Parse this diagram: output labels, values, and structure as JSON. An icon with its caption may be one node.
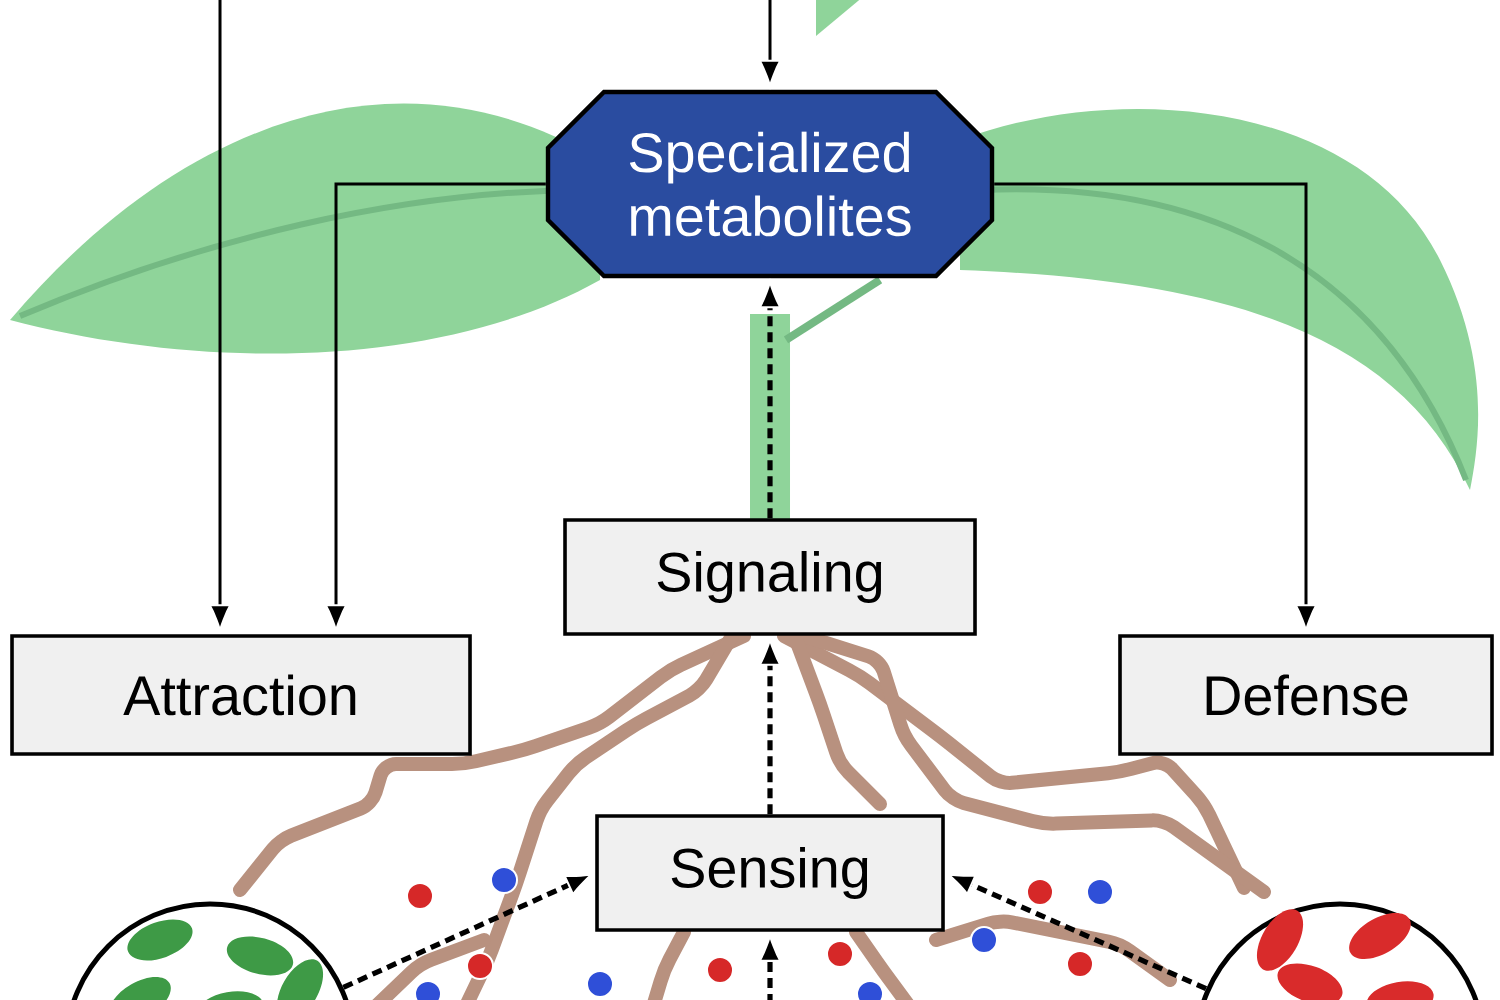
{
  "diagram": {
    "nodes": [
      {
        "text": [
          "Specialized metabolites"
        ]
      },
      {
        "text": [
          "Signaling"
        ]
      },
      {
        "text": [
          "Attraction"
        ]
      },
      {
        "text": [
          "Defense"
        ]
      },
      {
        "text": [
          "Sensing"
        ]
      },
      {
        "text": [],
        "shape": "circle"
      },
      {
        "text": [],
        "shape": "circle"
      }
    ],
    "edges": [
      {
        "from": null,
        "to": 0,
        "arrow": "to"
      },
      {
        "from": null,
        "to": 2,
        "arrow": "to"
      },
      {
        "from": 0,
        "to": 2,
        "arrow": "to"
      },
      {
        "from": 0,
        "to": 3,
        "arrow": "to"
      },
      {
        "from": 1,
        "to": 0,
        "arrow": "to",
        "style": "dashed"
      },
      {
        "from": 4,
        "to": 1,
        "arrow": "to",
        "style": "dashed"
      },
      {
        "from": 5,
        "to": 4,
        "arrow": "to",
        "style": "dashed"
      },
      {
        "from": 6,
        "to": 4,
        "arrow": "to",
        "style": "dashed"
      },
      {
        "from": null,
        "to": 4,
        "arrow": "to",
        "style": "dashed"
      }
    ]
  }
}
